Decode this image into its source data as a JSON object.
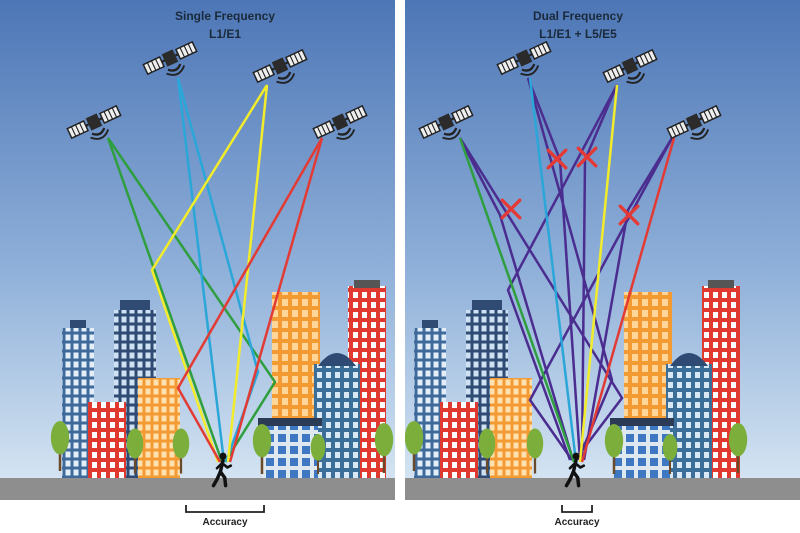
{
  "left_panel": {
    "title": "Single Frequency",
    "subtitle": "L1/E1",
    "accuracy_label": "Accuracy"
  },
  "right_panel": {
    "title": "Dual Frequency",
    "subtitle": "L1/E1 + L5/E5",
    "accuracy_label": "Accuracy"
  },
  "colors": {
    "sky_top": "#4f79b8",
    "sky_bottom": "#c9dcef",
    "ground": "#8e8e8e",
    "green_signal": "#2e9e3f",
    "blue_signal": "#2aa6d8",
    "yellow_signal": "#f2ec2a",
    "red_signal": "#e23b35",
    "multipath_signal": "#4b2c8f",
    "reject_mark": "#e53935"
  },
  "icons": {
    "satellite": "satellite-icon",
    "pedestrian": "walking-person-icon",
    "tree": "tree-icon",
    "reject": "x-mark-icon"
  }
}
